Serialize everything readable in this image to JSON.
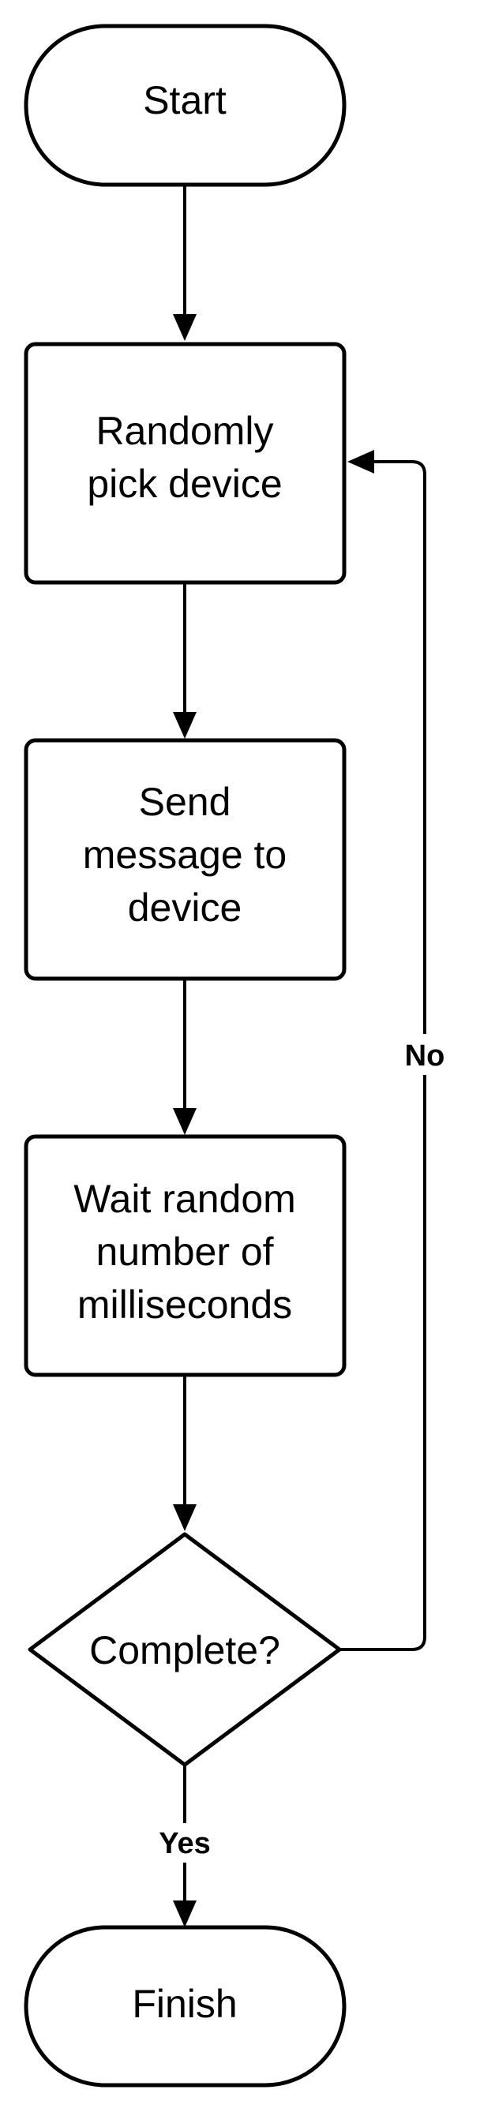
{
  "diagram": {
    "nodes": {
      "start": {
        "lines": [
          "Start"
        ]
      },
      "pick_device": {
        "lines": [
          "Randomly",
          "pick device"
        ]
      },
      "send_message": {
        "lines": [
          "Send",
          "message to",
          "device"
        ]
      },
      "wait": {
        "lines": [
          "Wait random",
          "number of",
          "milliseconds"
        ]
      },
      "complete": {
        "lines": [
          "Complete?"
        ]
      },
      "finish": {
        "lines": [
          "Finish"
        ]
      }
    },
    "edges": {
      "yes_label": "Yes",
      "no_label": "No"
    }
  }
}
